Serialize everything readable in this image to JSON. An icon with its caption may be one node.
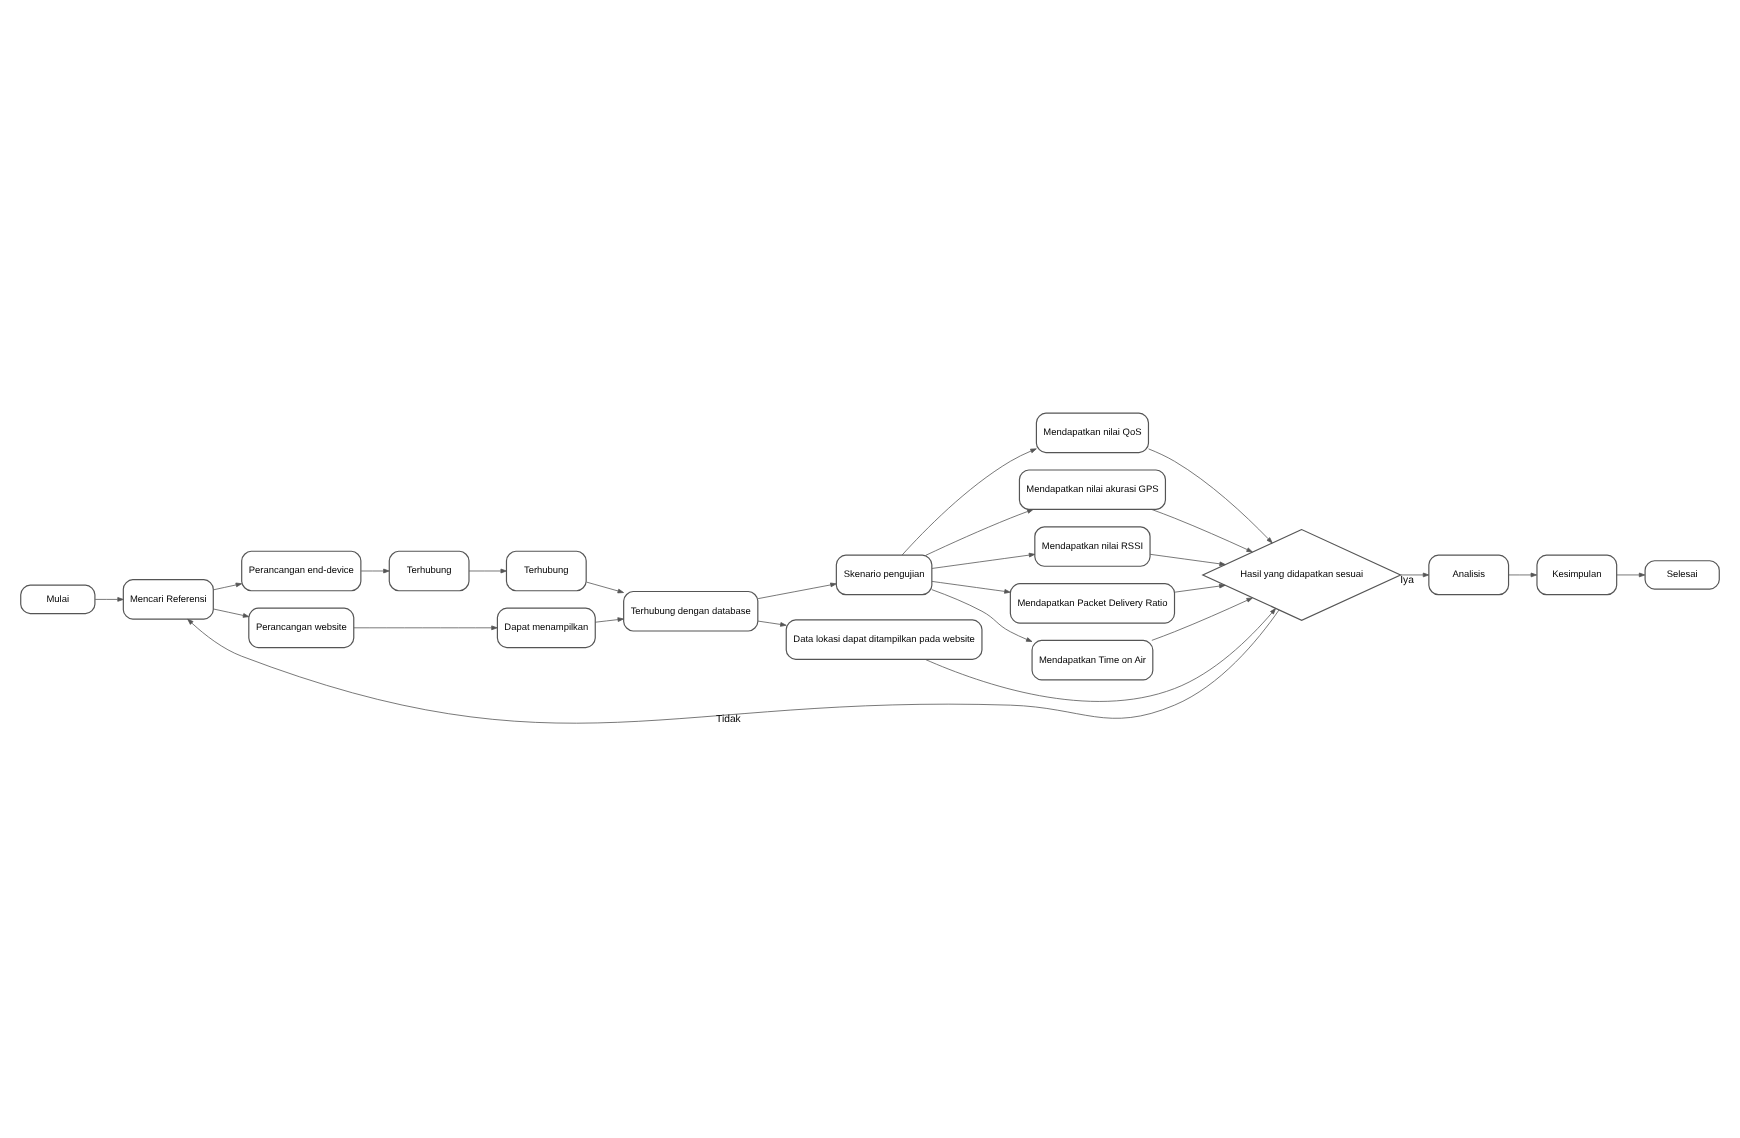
{
  "diagram": {
    "nodes": [
      {
        "text": [
          "Mulai"
        ]
      },
      {
        "text": [
          "Mencari Referensi"
        ]
      },
      {
        "text": [
          "Perancangan end-device"
        ]
      },
      {
        "text": [
          "Perancangan website"
        ]
      },
      {
        "text": [
          "Terhubung"
        ]
      },
      {
        "text": [
          "Dapat menampilkan"
        ]
      },
      {
        "text": [
          "Terhubung"
        ]
      },
      {
        "text": [
          "Terhubung dengan database"
        ]
      },
      {
        "text": [
          "Skenario pengujian"
        ]
      },
      {
        "text": [
          "Mendapatkan nilai QoS"
        ]
      },
      {
        "text": [
          "Mendapatkan nilai akurasi GPS"
        ]
      },
      {
        "text": [
          "Mendapatkan nilai RSSI"
        ]
      },
      {
        "text": [
          "Mendapatkan Packet Delivery Ratio"
        ]
      },
      {
        "text": [
          "Mendapatkan Time on Air"
        ]
      },
      {
        "text": [
          "Data lokasi dapat ditampilkan pada website"
        ]
      },
      {
        "text": [
          "Hasil yang didapatkan sesuai"
        ]
      },
      {
        "text": [
          "Analisis"
        ]
      },
      {
        "text": [
          "Kesimpulan"
        ]
      },
      {
        "text": [
          "Selesai"
        ]
      }
    ],
    "edges": [
      {
        "from": 0,
        "to": 1,
        "arrow": "to"
      },
      {
        "from": 1,
        "to": 2,
        "arrow": "to"
      },
      {
        "from": 1,
        "to": 3,
        "arrow": "to"
      },
      {
        "from": 2,
        "to": 4,
        "arrow": "to"
      },
      {
        "from": 3,
        "to": 5,
        "arrow": "to"
      },
      {
        "from": 4,
        "to": 6,
        "arrow": "to"
      },
      {
        "from": 5,
        "to": 7,
        "arrow": "to"
      },
      {
        "from": 6,
        "to": 7,
        "arrow": "to"
      },
      {
        "from": 7,
        "to": 8,
        "arrow": "to"
      },
      {
        "from": 7,
        "to": 14,
        "arrow": "to"
      },
      {
        "from": 8,
        "to": 9,
        "arrow": "to"
      },
      {
        "from": 8,
        "to": 10,
        "arrow": "to"
      },
      {
        "from": 8,
        "to": 11,
        "arrow": "to"
      },
      {
        "from": 8,
        "to": 12,
        "arrow": "to"
      },
      {
        "from": 8,
        "to": 13,
        "arrow": "to"
      },
      {
        "from": 9,
        "to": 15,
        "arrow": "to"
      },
      {
        "from": 10,
        "to": 15,
        "arrow": "to"
      },
      {
        "from": 11,
        "to": 15,
        "arrow": "to"
      },
      {
        "from": 12,
        "to": 15,
        "arrow": "to"
      },
      {
        "from": 13,
        "to": 15,
        "arrow": "to"
      },
      {
        "from": 14,
        "to": 15,
        "arrow": "to"
      },
      {
        "from": 15,
        "to": 1,
        "arrow": "to",
        "label": "Tidak"
      },
      {
        "from": 15,
        "to": 16,
        "arrow": "to",
        "label": "Iya"
      },
      {
        "from": 16,
        "to": 17,
        "arrow": "to"
      },
      {
        "from": 17,
        "to": 18,
        "arrow": "to"
      }
    ]
  }
}
